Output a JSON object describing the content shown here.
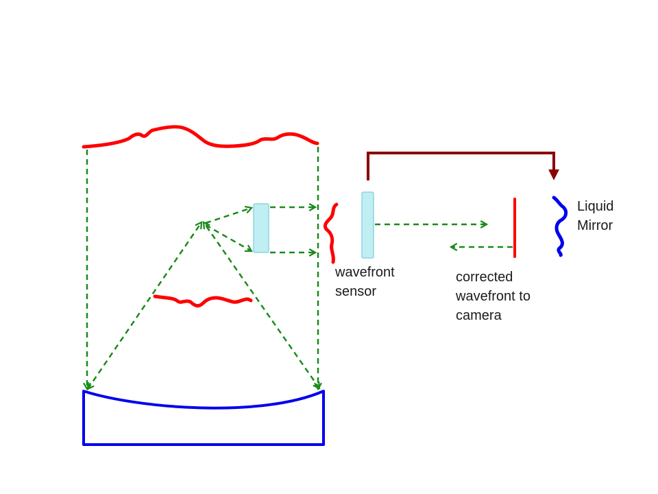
{
  "labels": {
    "wavefront_sensor": [
      "wavefront",
      "sensor"
    ],
    "corrected_wavefront": [
      "corrected",
      "wavefront to",
      "camera"
    ],
    "liquid_mirror": [
      "Liquid",
      "Mirror"
    ]
  },
  "colors": {
    "distorted_wavefront": "#ff0000",
    "mirror": "#0000ee",
    "beam_path": "#1a8a1a",
    "feedback_arrow": "#8b0000",
    "optics_fill": "#bfeef3",
    "optics_edge": "#8fd3de"
  }
}
